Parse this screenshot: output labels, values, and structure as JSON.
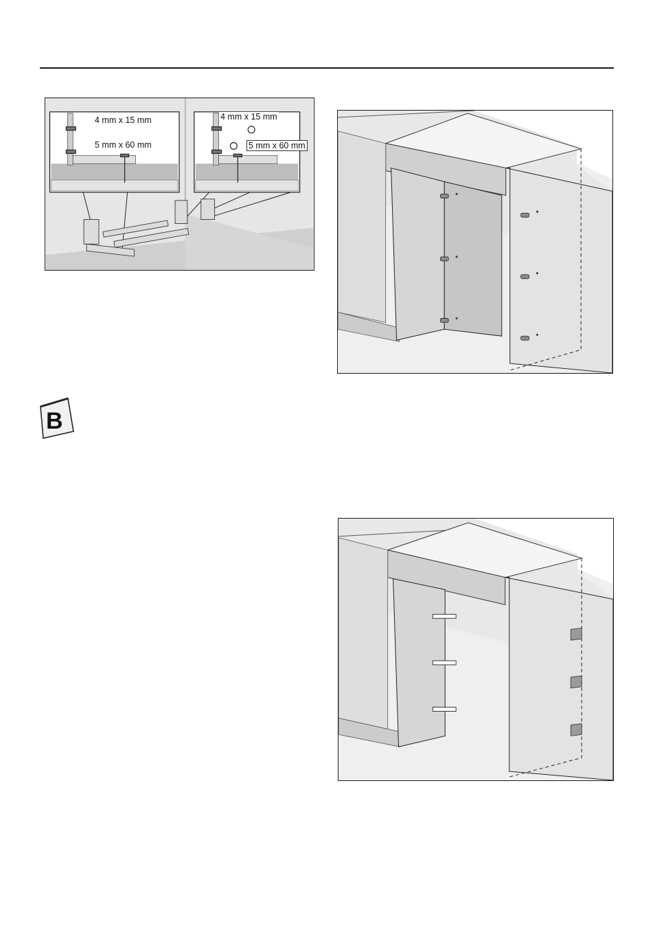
{
  "figure_detail": {
    "left_inset": {
      "label_small_screw": "4 mm x 15 mm",
      "label_long_screw": "5 mm x 60 mm"
    },
    "right_inset": {
      "label_small_screw": "4 mm x 15 mm",
      "label_long_screw": "5 mm x 60 mm"
    }
  },
  "pack_icon": {
    "letter": "B",
    "icon": "parts-bag-icon"
  },
  "colors": {
    "rule": "#1a1a1a",
    "panel_fill": "#d8d8d8",
    "panel_dark": "#bdbdbd",
    "floor": "#cfcfcf"
  }
}
